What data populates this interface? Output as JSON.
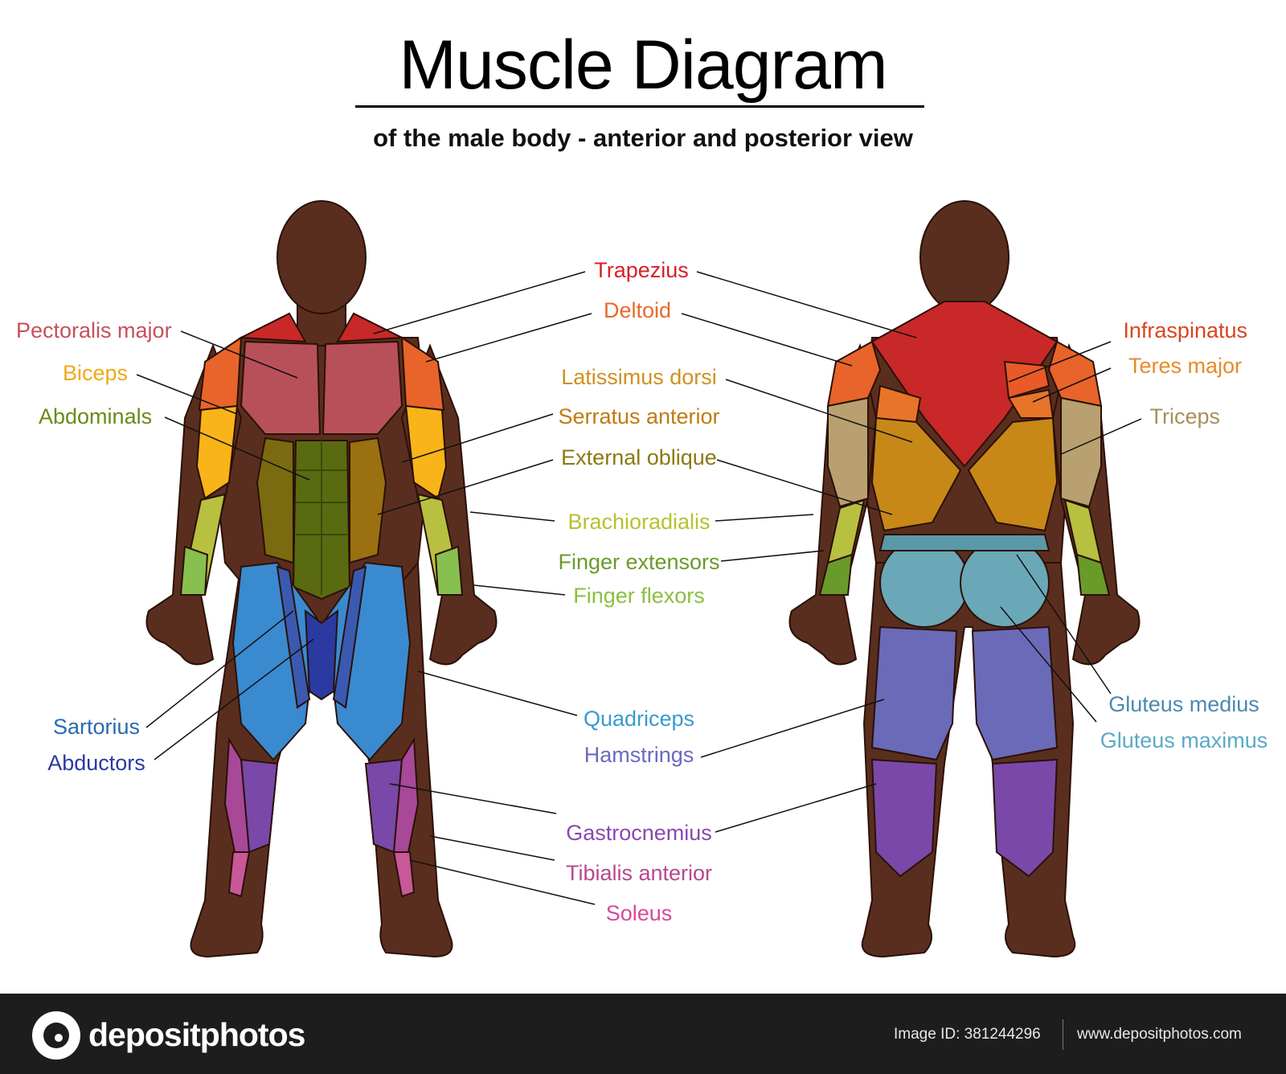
{
  "title": "Muscle Diagram",
  "subtitle": "of the male body - anterior and posterior view",
  "labels": {
    "trapezius": {
      "text": "Trapezius",
      "color": "#d8202a"
    },
    "deltoid": {
      "text": "Deltoid",
      "color": "#e8692a"
    },
    "pectoralis_major": {
      "text": "Pectoralis major",
      "color": "#c8505a"
    },
    "infraspinatus": {
      "text": "Infraspinatus",
      "color": "#d9451e"
    },
    "biceps": {
      "text": "Biceps",
      "color": "#f0a818"
    },
    "teres_major": {
      "text": "Teres major",
      "color": "#e88a2a"
    },
    "latissimus_dorsi": {
      "text": "Latissimus dorsi",
      "color": "#d09020"
    },
    "abdominals": {
      "text": "Abdominals",
      "color": "#6a8a1a"
    },
    "serratus_anterior": {
      "text": "Serratus anterior",
      "color": "#c07a10"
    },
    "triceps": {
      "text": "Triceps",
      "color": "#a8905a"
    },
    "external_oblique": {
      "text": "External oblique",
      "color": "#8a7a10"
    },
    "brachioradialis": {
      "text": "Brachioradialis",
      "color": "#b8c030"
    },
    "finger_extensors": {
      "text": "Finger extensors",
      "color": "#6a9a2a"
    },
    "finger_flexors": {
      "text": "Finger flexors",
      "color": "#8ac040"
    },
    "quadriceps": {
      "text": "Quadriceps",
      "color": "#3a9ad0"
    },
    "gluteus_medius": {
      "text": "Gluteus medius",
      "color": "#4a8ab0"
    },
    "sartorius": {
      "text": "Sartorius",
      "color": "#2a6ab0"
    },
    "hamstrings": {
      "text": "Hamstrings",
      "color": "#6a6ac0"
    },
    "gluteus_maximus": {
      "text": "Gluteus maximus",
      "color": "#5aaac8"
    },
    "abductors": {
      "text": "Abductors",
      "color": "#2a3aa0"
    },
    "gastrocnemius": {
      "text": "Gastrocnemius",
      "color": "#8a48b0"
    },
    "tibialis_anterior": {
      "text": "Tibialis anterior",
      "color": "#b84890"
    },
    "soleus": {
      "text": "Soleus",
      "color": "#d84898"
    }
  },
  "colors": {
    "skin": "#5a2e1e",
    "skin_outline": "#2a1008",
    "trapezius": "#c82828",
    "deltoid": "#e8642a",
    "pectoralis": "#b8505a",
    "biceps": "#f8b418",
    "abdominals": "#5a6a10",
    "oblique": "#7a6a10",
    "serratus": "#9a7010",
    "brachioradialis": "#b8c040",
    "forearm_flexors": "#88c050",
    "quadriceps": "#3a8ad0",
    "abductors": "#2a3aa0",
    "sartorius": "#3a5ab0",
    "gastrocnemius": "#7a48a8",
    "tibialis": "#a84898",
    "soleus": "#c85898",
    "infraspinatus": "#e85a28",
    "teres_major": "#e8742a",
    "latissimus": "#c88818",
    "triceps": "#b8a070",
    "gluteus_maximus": "#6aa8b8",
    "hamstrings": "#6a6ab8",
    "finger_extensors": "#6a9a2a"
  },
  "footer": {
    "brand": "depositphotos",
    "image_id": "Image ID: 381244296",
    "url": "www.depositphotos.com"
  }
}
